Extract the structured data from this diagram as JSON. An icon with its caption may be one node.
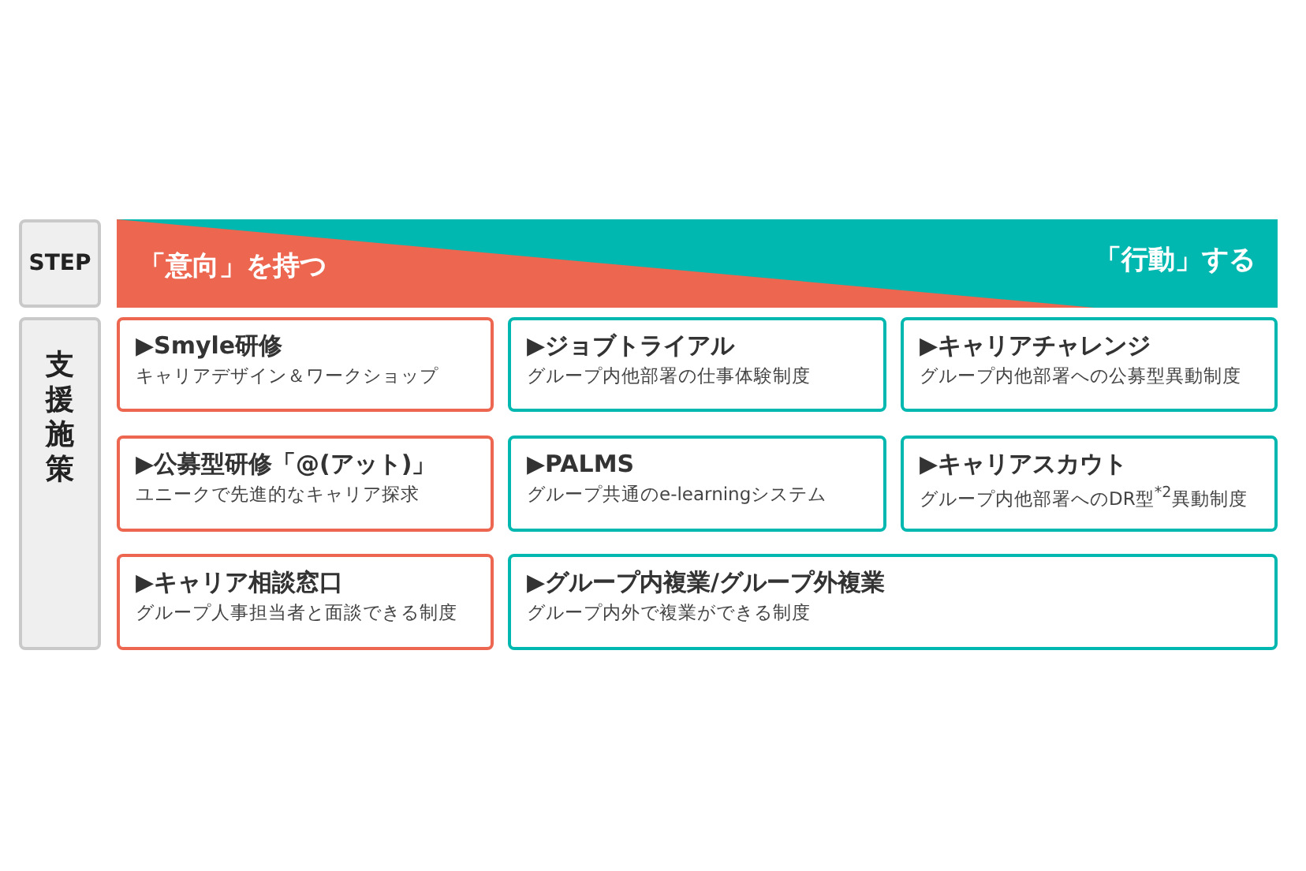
{
  "diagram": {
    "nodes": [
      {
        "text": [
          "STEP"
        ]
      },
      {
        "text": [
          "支援施策"
        ]
      },
      {
        "text": [
          "「意向」を持つ",
          "「行動」する"
        ]
      },
      {
        "text": [
          "▶Smyle研修",
          "キャリアデザイン＆ワークショップ"
        ]
      },
      {
        "text": [
          "▶ジョブトライアル",
          "グループ内他部署の仕事体験制度"
        ]
      },
      {
        "text": [
          "▶キャリアチャレンジ",
          "グループ内他部署への公募型異動制度"
        ]
      },
      {
        "text": [
          "▶公募型研修「@(アット)」",
          "ユニークで先進的なキャリア探求"
        ]
      },
      {
        "text": [
          "▶PALMS",
          "グループ共通のe-learningシステム"
        ]
      },
      {
        "text": [
          "▶キャリアスカウト",
          "グループ内他部署へのDR型$^{*2}$異動制度"
        ]
      },
      {
        "text": [
          "▶キャリア相談窓口",
          "グループ人事担当者と面談できる制度"
        ]
      },
      {
        "text": [
          "▶グループ内複業/グループ外複業",
          "グループ内外で複業ができる制度"
        ]
      }
    ]
  }
}
